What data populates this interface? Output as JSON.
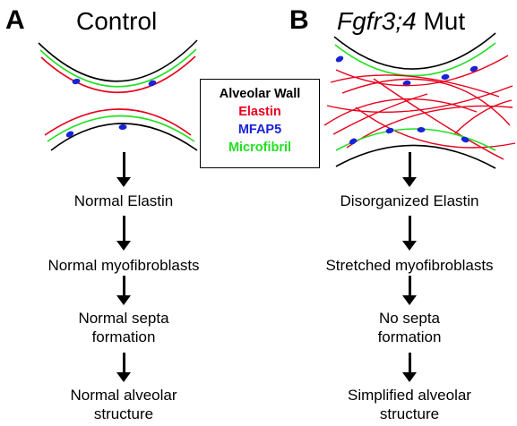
{
  "panel_a": {
    "letter": "A",
    "title": "Control",
    "steps": [
      "Normal Elastin",
      "Normal myofibroblasts",
      "Normal septa formation",
      "Normal alveolar structure"
    ],
    "step_lines": [
      [
        "Normal Elastin"
      ],
      [
        "Normal myofibroblasts"
      ],
      [
        "Normal septa",
        "formation"
      ],
      [
        "Normal alveolar",
        "structure"
      ]
    ]
  },
  "panel_b": {
    "letter": "B",
    "title_italic": "Fgfr3;4",
    "title_rest": " Mut",
    "steps": [
      "Disorganized Elastin",
      "Stretched myofibroblasts",
      "No septa formation",
      "Simplified alveolar structure"
    ],
    "step_lines": [
      [
        "Disorganized Elastin"
      ],
      [
        "Stretched myofibroblasts"
      ],
      [
        "No septa",
        "formation"
      ],
      [
        "Simplified alveolar",
        "structure"
      ]
    ]
  },
  "legend": {
    "items": [
      {
        "label": "Alveolar Wall",
        "color": "#000000"
      },
      {
        "label": "Elastin",
        "color": "#e8001c"
      },
      {
        "label": "MFAP5",
        "color": "#1a22d6"
      },
      {
        "label": "Microfibril",
        "color": "#22e022"
      }
    ]
  },
  "colors": {
    "wall": "#000000",
    "elastin": "#e8001c",
    "mfap5": "#1a22d6",
    "microfibril": "#22e022"
  }
}
